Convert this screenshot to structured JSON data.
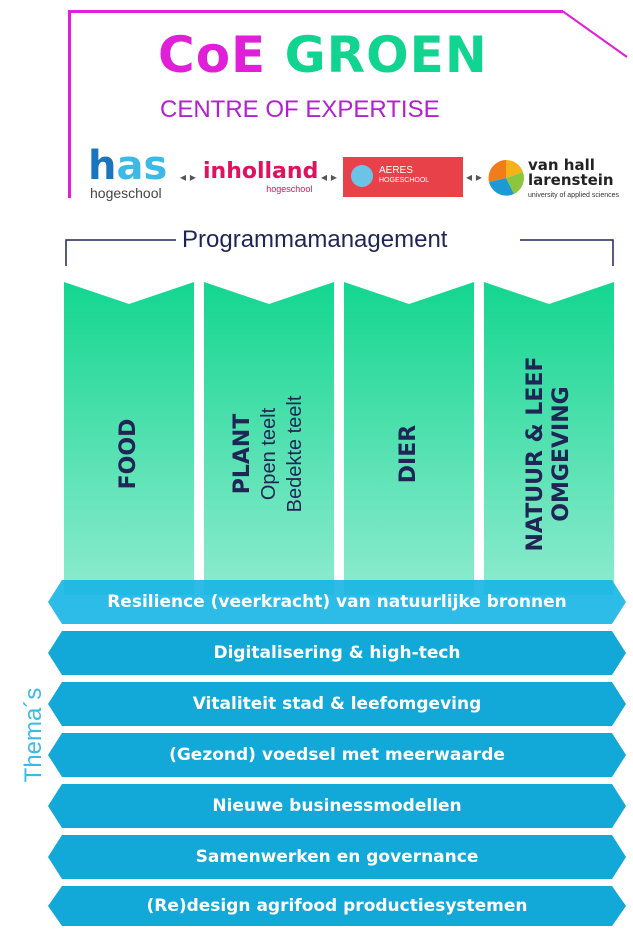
{
  "header": {
    "title_coe": "CoE",
    "title_groen": "GROEN",
    "subtitle": "CENTRE OF EXPERTISE",
    "colors": {
      "magenta": "#e020d8",
      "green": "#10d490",
      "purple": "#b41fd2"
    }
  },
  "partners": {
    "has": {
      "main_h": "h",
      "main_rest": "as",
      "sub": "hogeschool"
    },
    "inholland": {
      "main": "inholland",
      "sub": "hogeschool"
    },
    "aeres": {
      "line1": "AERES",
      "line2": "HOGESCHOOL"
    },
    "vhl": {
      "line1": "van hall",
      "line2": "larenstein",
      "sub": "university of applied sciences"
    },
    "connector": "◂ ▸"
  },
  "program": {
    "label": "Programmamanagement"
  },
  "domains": [
    {
      "title": "FOOD",
      "subtitles": []
    },
    {
      "title": "PLANT",
      "subtitles": [
        "Open teelt",
        "Bedekte teelt"
      ]
    },
    {
      "title": "DIER",
      "subtitles": []
    },
    {
      "title": "NATUUR & LEEF",
      "title2": "OMGEVING",
      "subtitles": []
    }
  ],
  "themes_label": "Thema´s",
  "themes": [
    "Resilience (veerkracht) van natuurlijke bronnen",
    "Digitalisering & high-tech",
    "Vitaliteit stad & leefomgeving",
    "(Gezond) voedsel met meerwaarde",
    "Nieuwe businessmodellen",
    "Samenwerken en governance",
    "(Re)design agrifood productiesystemen"
  ]
}
